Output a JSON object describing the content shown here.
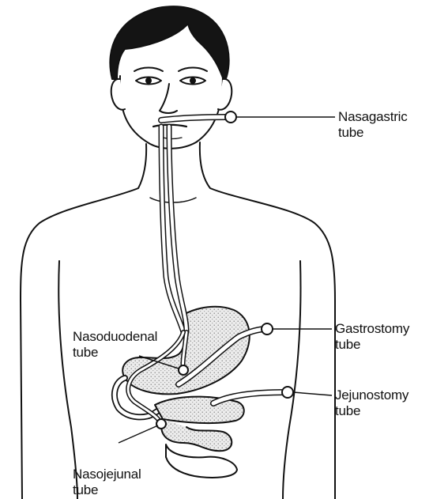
{
  "labels": {
    "nasagastric": [
      "Nasagastric",
      "tube"
    ],
    "gastrostomy": [
      "Gastrostomy",
      "tube"
    ],
    "jejunostomy": [
      "Jejunostomy",
      "tube"
    ],
    "nasoduodenal": [
      "Nasoduodenal",
      "tube"
    ],
    "nasojejunal": [
      "Nasojejunal",
      "tube"
    ]
  },
  "colors": {
    "line": "#111111",
    "hair": "#141414",
    "stomach_fill": "#d9d9d9",
    "background": "#ffffff"
  }
}
